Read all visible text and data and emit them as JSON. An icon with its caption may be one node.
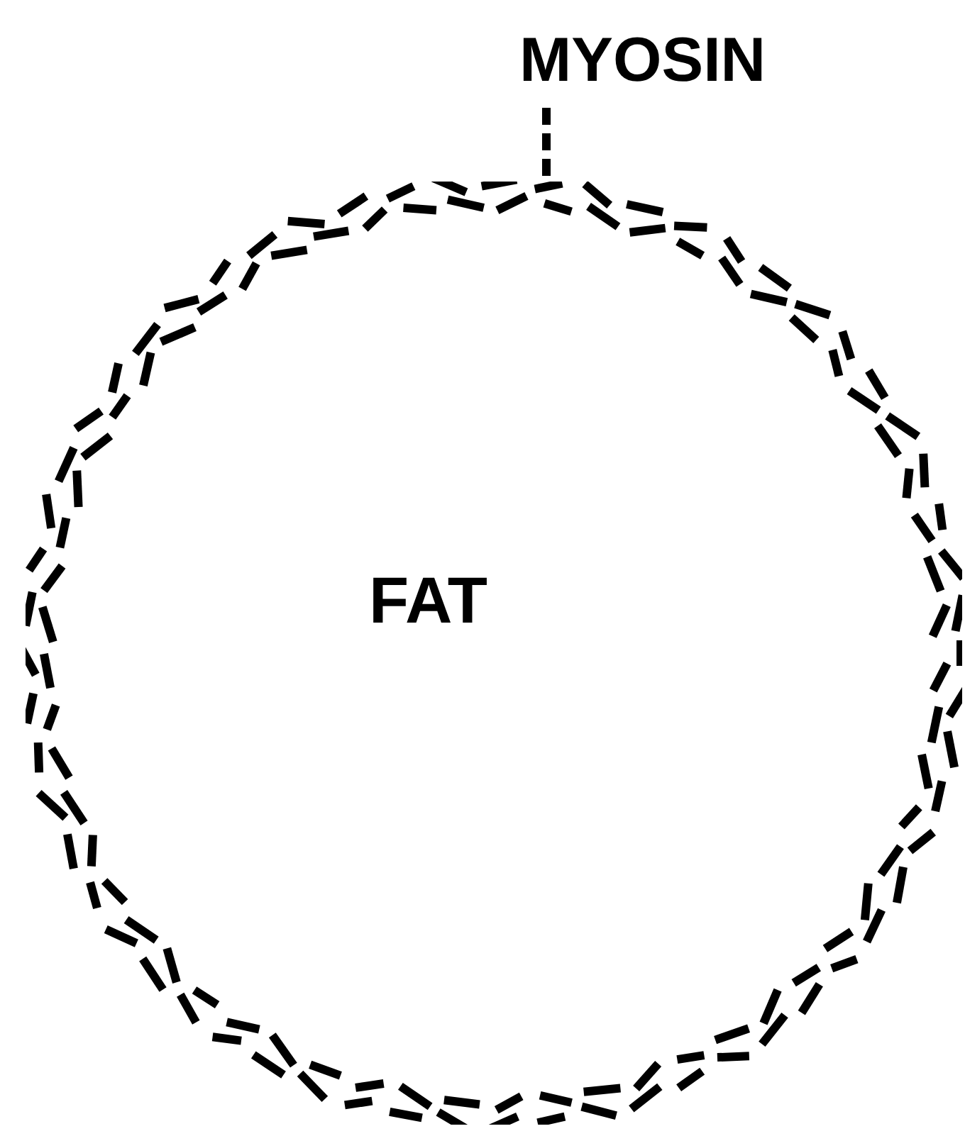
{
  "diagram": {
    "nodes": [
      {
        "text": [
          "FAT"
        ]
      },
      {
        "text": [
          "MYOSIN"
        ]
      }
    ],
    "edges": [
      {
        "from": 1,
        "to": 0,
        "arrow": "none",
        "style": "dashed"
      }
    ]
  }
}
